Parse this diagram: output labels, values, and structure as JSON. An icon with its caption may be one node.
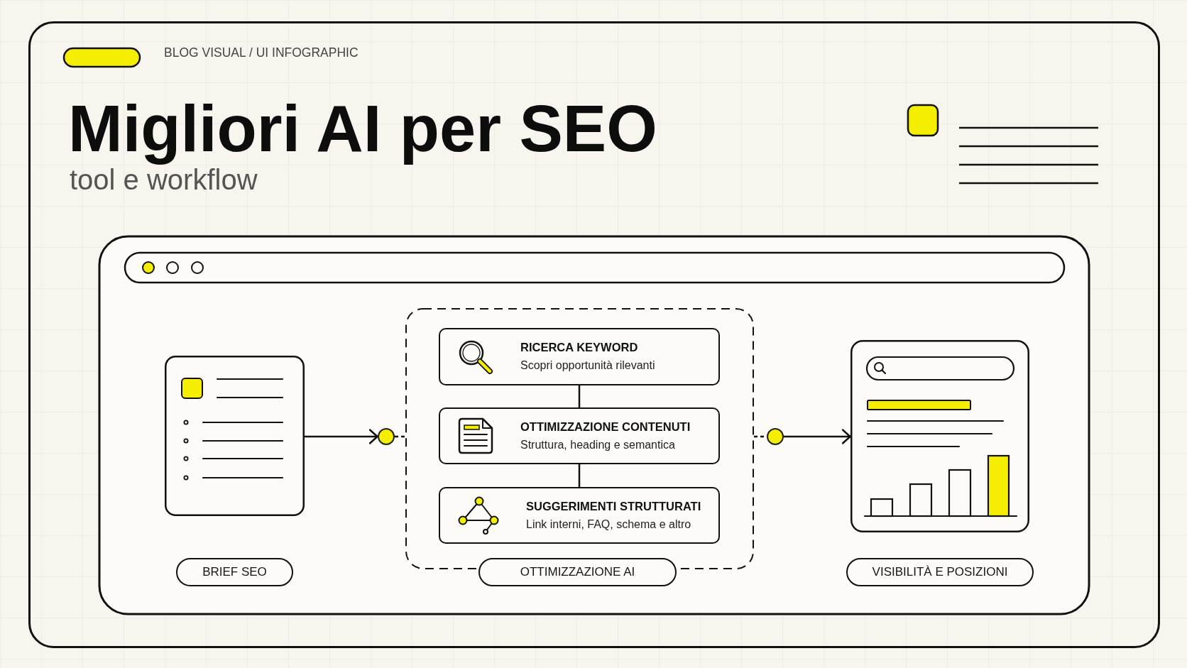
{
  "diagram": {
    "title": "Migliori AI per SEO",
    "nodes": [
      {
        "text": [],
        "shape": "picture"
      },
      {
        "text": [
          "BRIEF SEO"
        ]
      },
      {
        "text": [],
        "shape": "circle"
      },
      {
        "text": [],
        "shape": "box"
      },
      {
        "text": [
          "RICERCA KEYWORD",
          "Scopri opportunità rilevanti"
        ],
        "in": 3
      },
      {
        "text": [
          "OTTIMIZZAZIONE CONTENUTI",
          "Struttura, heading e semantica"
        ],
        "in": 3
      },
      {
        "text": [
          "SUGGERIMENTI STRUTTURATI",
          "Link interni, FAQ, schema e altro"
        ],
        "in": 3
      },
      {
        "text": [
          "OTTIMIZZAZIONE AI"
        ]
      },
      {
        "text": [],
        "shape": "circle"
      },
      {
        "text": [],
        "shape": "picture"
      },
      {
        "text": [
          "VISIBILITÀ E POSIZIONI"
        ]
      }
    ],
    "edges": [
      {
        "from": 0,
        "to": 2,
        "arrow": "to"
      },
      {
        "from": 2,
        "to": 3,
        "arrow": "none",
        "style": "dashed"
      },
      {
        "from": 4,
        "to": 5,
        "arrow": "none"
      },
      {
        "from": 5,
        "to": 6,
        "arrow": "none"
      },
      {
        "from": 3,
        "to": 8,
        "arrow": "none",
        "style": "dashed"
      },
      {
        "from": 8,
        "to": 9,
        "arrow": "to"
      }
    ],
    "labels": [
      "BLOG VISUAL / UI INFOGRAPHIC",
      "tool e workflow"
    ]
  }
}
